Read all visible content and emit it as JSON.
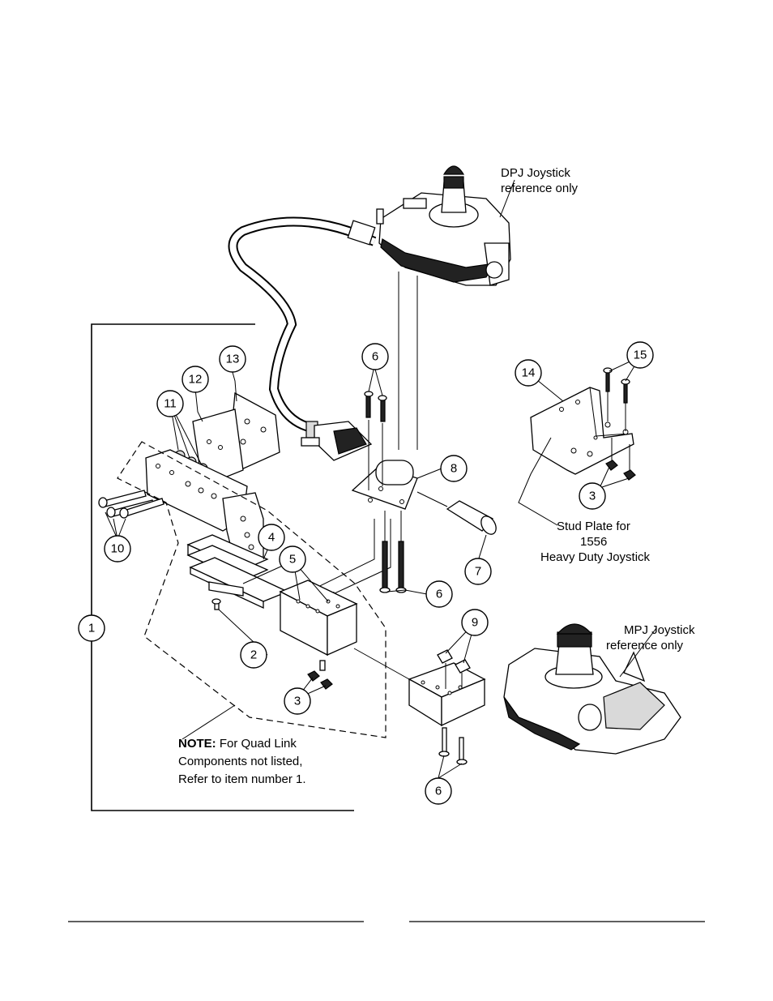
{
  "labels": {
    "dpj_line1": "DPJ Joystick",
    "dpj_line2": "reference only",
    "mpj_line1": "MPJ Joystick",
    "mpj_line2": "reference only",
    "stud_line1": "Stud Plate for",
    "stud_line2": "1556",
    "stud_line3": "Heavy Duty Joystick",
    "note_bold": "NOTE:",
    "note_line1": " For Quad Link",
    "note_line2": "Components not listed,",
    "note_line3": "Refer to item number 1."
  },
  "callouts": {
    "c1": "1",
    "c2": "2",
    "c3a": "3",
    "c3b": "3",
    "c4": "4",
    "c5": "5",
    "c6a": "6",
    "c6b": "6",
    "c6c": "6",
    "c7": "7",
    "c8": "8",
    "c9": "9",
    "c10": "10",
    "c11": "11",
    "c12": "12",
    "c13": "13",
    "c14": "14",
    "c15": "15"
  }
}
